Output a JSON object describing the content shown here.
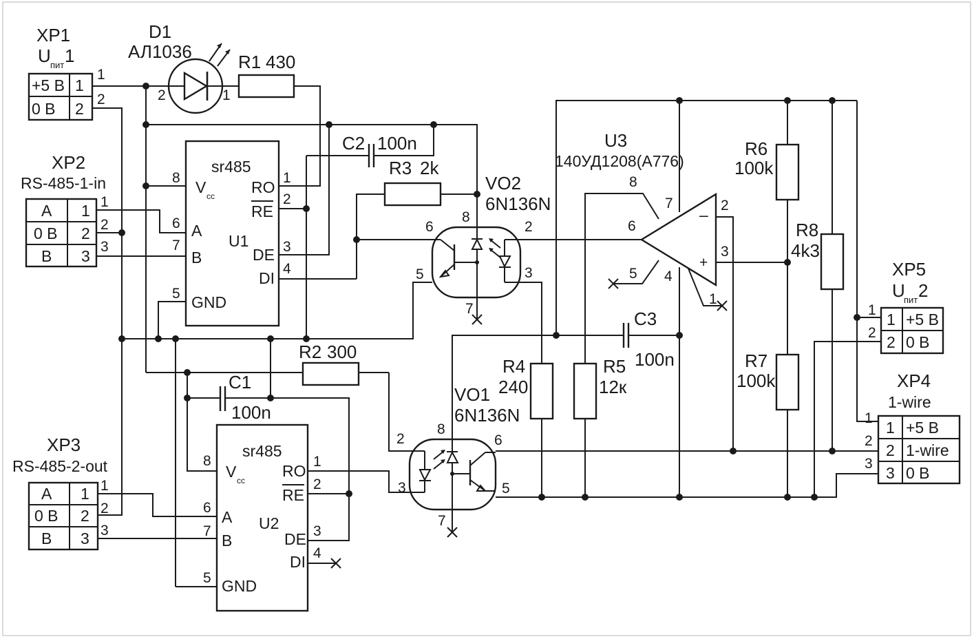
{
  "connectors": {
    "xp1": {
      "name": "XP1",
      "label_main": "U",
      "label_sub": "пит",
      "label_suffix": "1",
      "pins": [
        {
          "num": "1",
          "label": "+5 В"
        },
        {
          "num": "2",
          "label": "0 В"
        }
      ]
    },
    "xp2": {
      "name": "XP2",
      "label": "RS-485-1-in",
      "pins": [
        {
          "num": "1",
          "label": "A"
        },
        {
          "num": "2",
          "label": "0 В"
        },
        {
          "num": "3",
          "label": "B"
        }
      ]
    },
    "xp3": {
      "name": "XP3",
      "label": "RS-485-2-out",
      "pins": [
        {
          "num": "1",
          "label": "A"
        },
        {
          "num": "2",
          "label": "0 В"
        },
        {
          "num": "3",
          "label": "B"
        }
      ]
    },
    "xp4": {
      "name": "XP4",
      "label": "1-wire",
      "pins": [
        {
          "num": "1",
          "label": "+5 В"
        },
        {
          "num": "2",
          "label": "1-wire"
        },
        {
          "num": "3",
          "label": "0 В"
        }
      ]
    },
    "xp5": {
      "name": "XP5",
      "label_main": "U",
      "label_sub": "пит",
      "label_suffix": "2",
      "pins": [
        {
          "num": "1",
          "label": "+5 В"
        },
        {
          "num": "2",
          "label": "0 В"
        }
      ]
    }
  },
  "components": {
    "d1": {
      "ref": "D1",
      "value": "АЛ1036",
      "pin_a": "2",
      "pin_k": "1"
    },
    "r1": {
      "ref": "R1",
      "value": "430"
    },
    "r2": {
      "ref": "R2",
      "value": "300"
    },
    "r3": {
      "ref": "R3",
      "value": "2k"
    },
    "r4": {
      "ref": "R4",
      "value": "240"
    },
    "r5": {
      "ref": "R5",
      "value": "12к"
    },
    "r6": {
      "ref": "R6",
      "value": "100k"
    },
    "r7": {
      "ref": "R7",
      "value": "100k"
    },
    "r8": {
      "ref": "R8",
      "value": "4k3"
    },
    "c1": {
      "ref": "C1",
      "value": "100n"
    },
    "c2": {
      "ref": "C2",
      "value": "100n"
    },
    "c3": {
      "ref": "C3",
      "value": "100n"
    },
    "vo1": {
      "ref": "VO1",
      "value": "6N136N",
      "pins": {
        "p2": "2",
        "p3": "3",
        "p5": "5",
        "p6": "6",
        "p7": "7",
        "p8": "8"
      }
    },
    "vo2": {
      "ref": "VO2",
      "value": "6N136N",
      "pins": {
        "p2": "2",
        "p3": "3",
        "p5": "5",
        "p6": "6",
        "p7": "7",
        "p8": "8"
      }
    },
    "u3": {
      "ref": "U3",
      "value": "140УД1208(A776)",
      "pins": {
        "p1": "1",
        "p2": "2",
        "p3": "3",
        "p4": "4",
        "p5": "5",
        "p6": "6",
        "p7": "7",
        "p8": "8"
      },
      "minus": "–",
      "plus": "+"
    },
    "u1": {
      "ref": "U1",
      "part": "sr485",
      "vcc_main": "V",
      "vcc_sub": "cc",
      "pins": [
        {
          "num": "8",
          "label": ""
        },
        {
          "num": "6",
          "label": "A"
        },
        {
          "num": "7",
          "label": "B"
        },
        {
          "num": "5",
          "label": "GND"
        },
        {
          "num": "1",
          "label": "RO"
        },
        {
          "num": "2",
          "label": "RE"
        },
        {
          "num": "3",
          "label": "DE"
        },
        {
          "num": "4",
          "label": "DI"
        }
      ]
    },
    "u2": {
      "ref": "U2",
      "part": "sr485",
      "vcc_main": "V",
      "vcc_sub": "cc",
      "pins": [
        {
          "num": "8",
          "label": ""
        },
        {
          "num": "6",
          "label": "A"
        },
        {
          "num": "7",
          "label": "B"
        },
        {
          "num": "5",
          "label": "GND"
        },
        {
          "num": "1",
          "label": "RO"
        },
        {
          "num": "2",
          "label": "RE"
        },
        {
          "num": "3",
          "label": "DE"
        },
        {
          "num": "4",
          "label": "DI"
        }
      ]
    }
  },
  "colors": {
    "ink": "#1a1a1a",
    "background": "#ffffff",
    "frame": "#cfcfcf"
  }
}
